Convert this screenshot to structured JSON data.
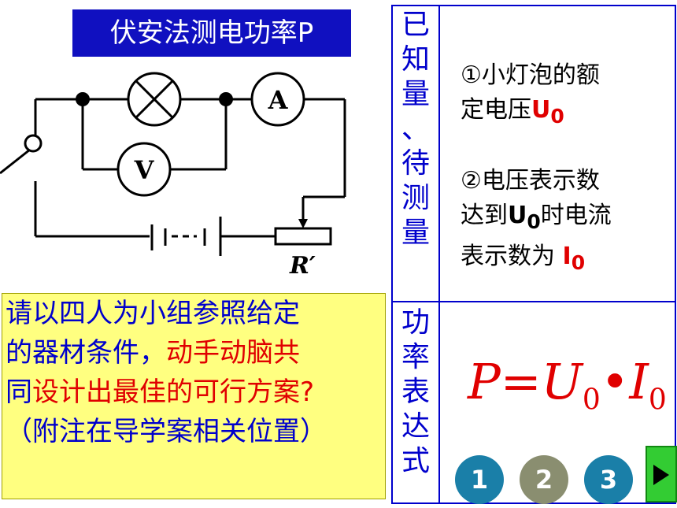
{
  "title": "伏安法测电功率P",
  "circuit": {
    "ammeter": "A",
    "voltmeter": "V",
    "rheostat_label": "R′"
  },
  "note": {
    "line1": "请以四人为小组参照给定",
    "line2_a": "的器材条件，",
    "line2_b": "动手动脑共",
    "line3_a": "同",
    "line3_b": "设计出最佳的可行方案?",
    "line4": "（附注在导学案相关位置）"
  },
  "table": {
    "header1": [
      "已",
      "知",
      "量",
      "、",
      "待",
      "测",
      "量"
    ],
    "header2": [
      "功",
      "率",
      "表",
      "达",
      "式"
    ],
    "known1": "①小灯泡的额",
    "known2_a": "定电压",
    "known2_b": "U",
    "known2_c": "0",
    "known3": "②电压表示数",
    "known4_a": "达到",
    "known4_b": "U",
    "known4_c": "0",
    "known4_d": "时电流",
    "known5_a": "表示数为 ",
    "known5_b": "I",
    "known5_c": "0",
    "formula_p": "P=U",
    "formula_sub1": "0",
    "formula_dot": "•I",
    "formula_sub2": "0"
  },
  "nav": [
    "1",
    "2",
    "3"
  ]
}
